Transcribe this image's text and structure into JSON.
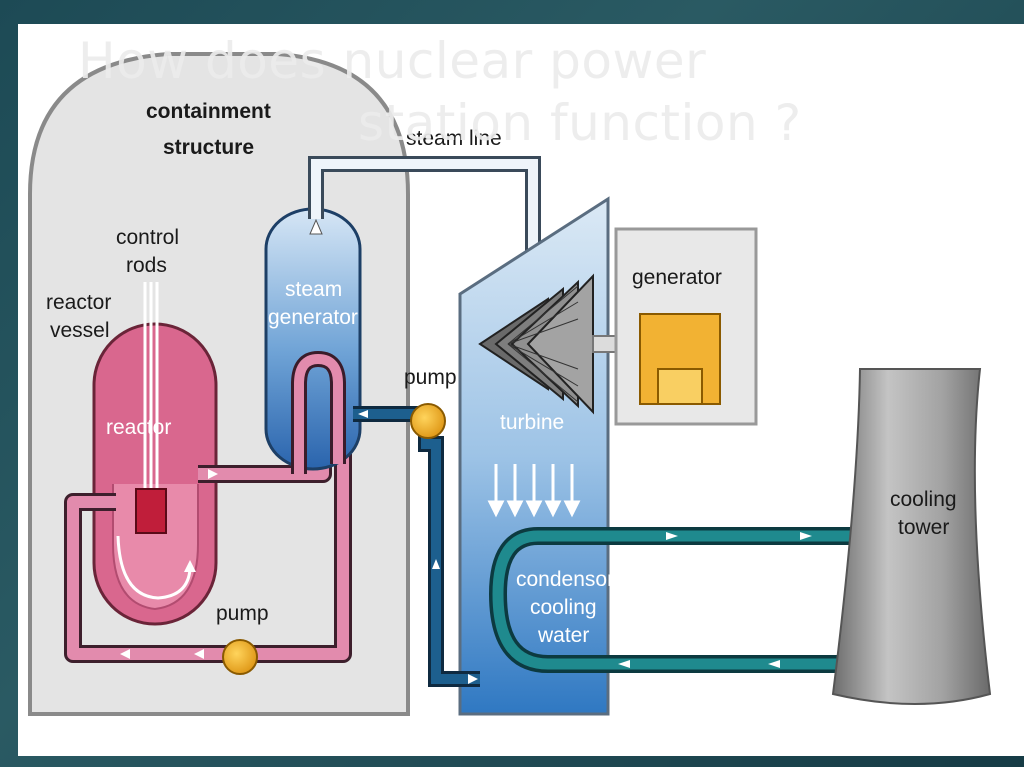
{
  "slide": {
    "title_line1": "How does nuclear power",
    "title_line2": "station  function ?"
  },
  "diagram": {
    "labels": {
      "containment": [
        "containment",
        "structure"
      ],
      "steam_line": "steam line",
      "control_rods": [
        "control",
        "rods"
      ],
      "reactor_vessel": [
        "reactor",
        "vessel"
      ],
      "steam_generator": [
        "steam",
        "generator"
      ],
      "generator": "generator",
      "pump_top": "pump",
      "reactor": "reactor",
      "turbine": "turbine",
      "cooling_tower": [
        "cooling",
        "tower"
      ],
      "condenser": [
        "condensor",
        "cooling",
        "water"
      ],
      "pump_bottom": "pump"
    }
  },
  "colors": {
    "background": "#1d4a55",
    "containment_fill": "#e4e4e4",
    "reactor_pink": "#d9678e",
    "pipe_pink": "#e28bad",
    "steam_blue": "#2f6fb5",
    "water_blue": "#1d5f8e",
    "cooling_teal": "#1f8a8e",
    "pump_yellow": "#f2b233",
    "generator_yellow": "#f2b233",
    "tower_gray": "#9a9a9a"
  }
}
